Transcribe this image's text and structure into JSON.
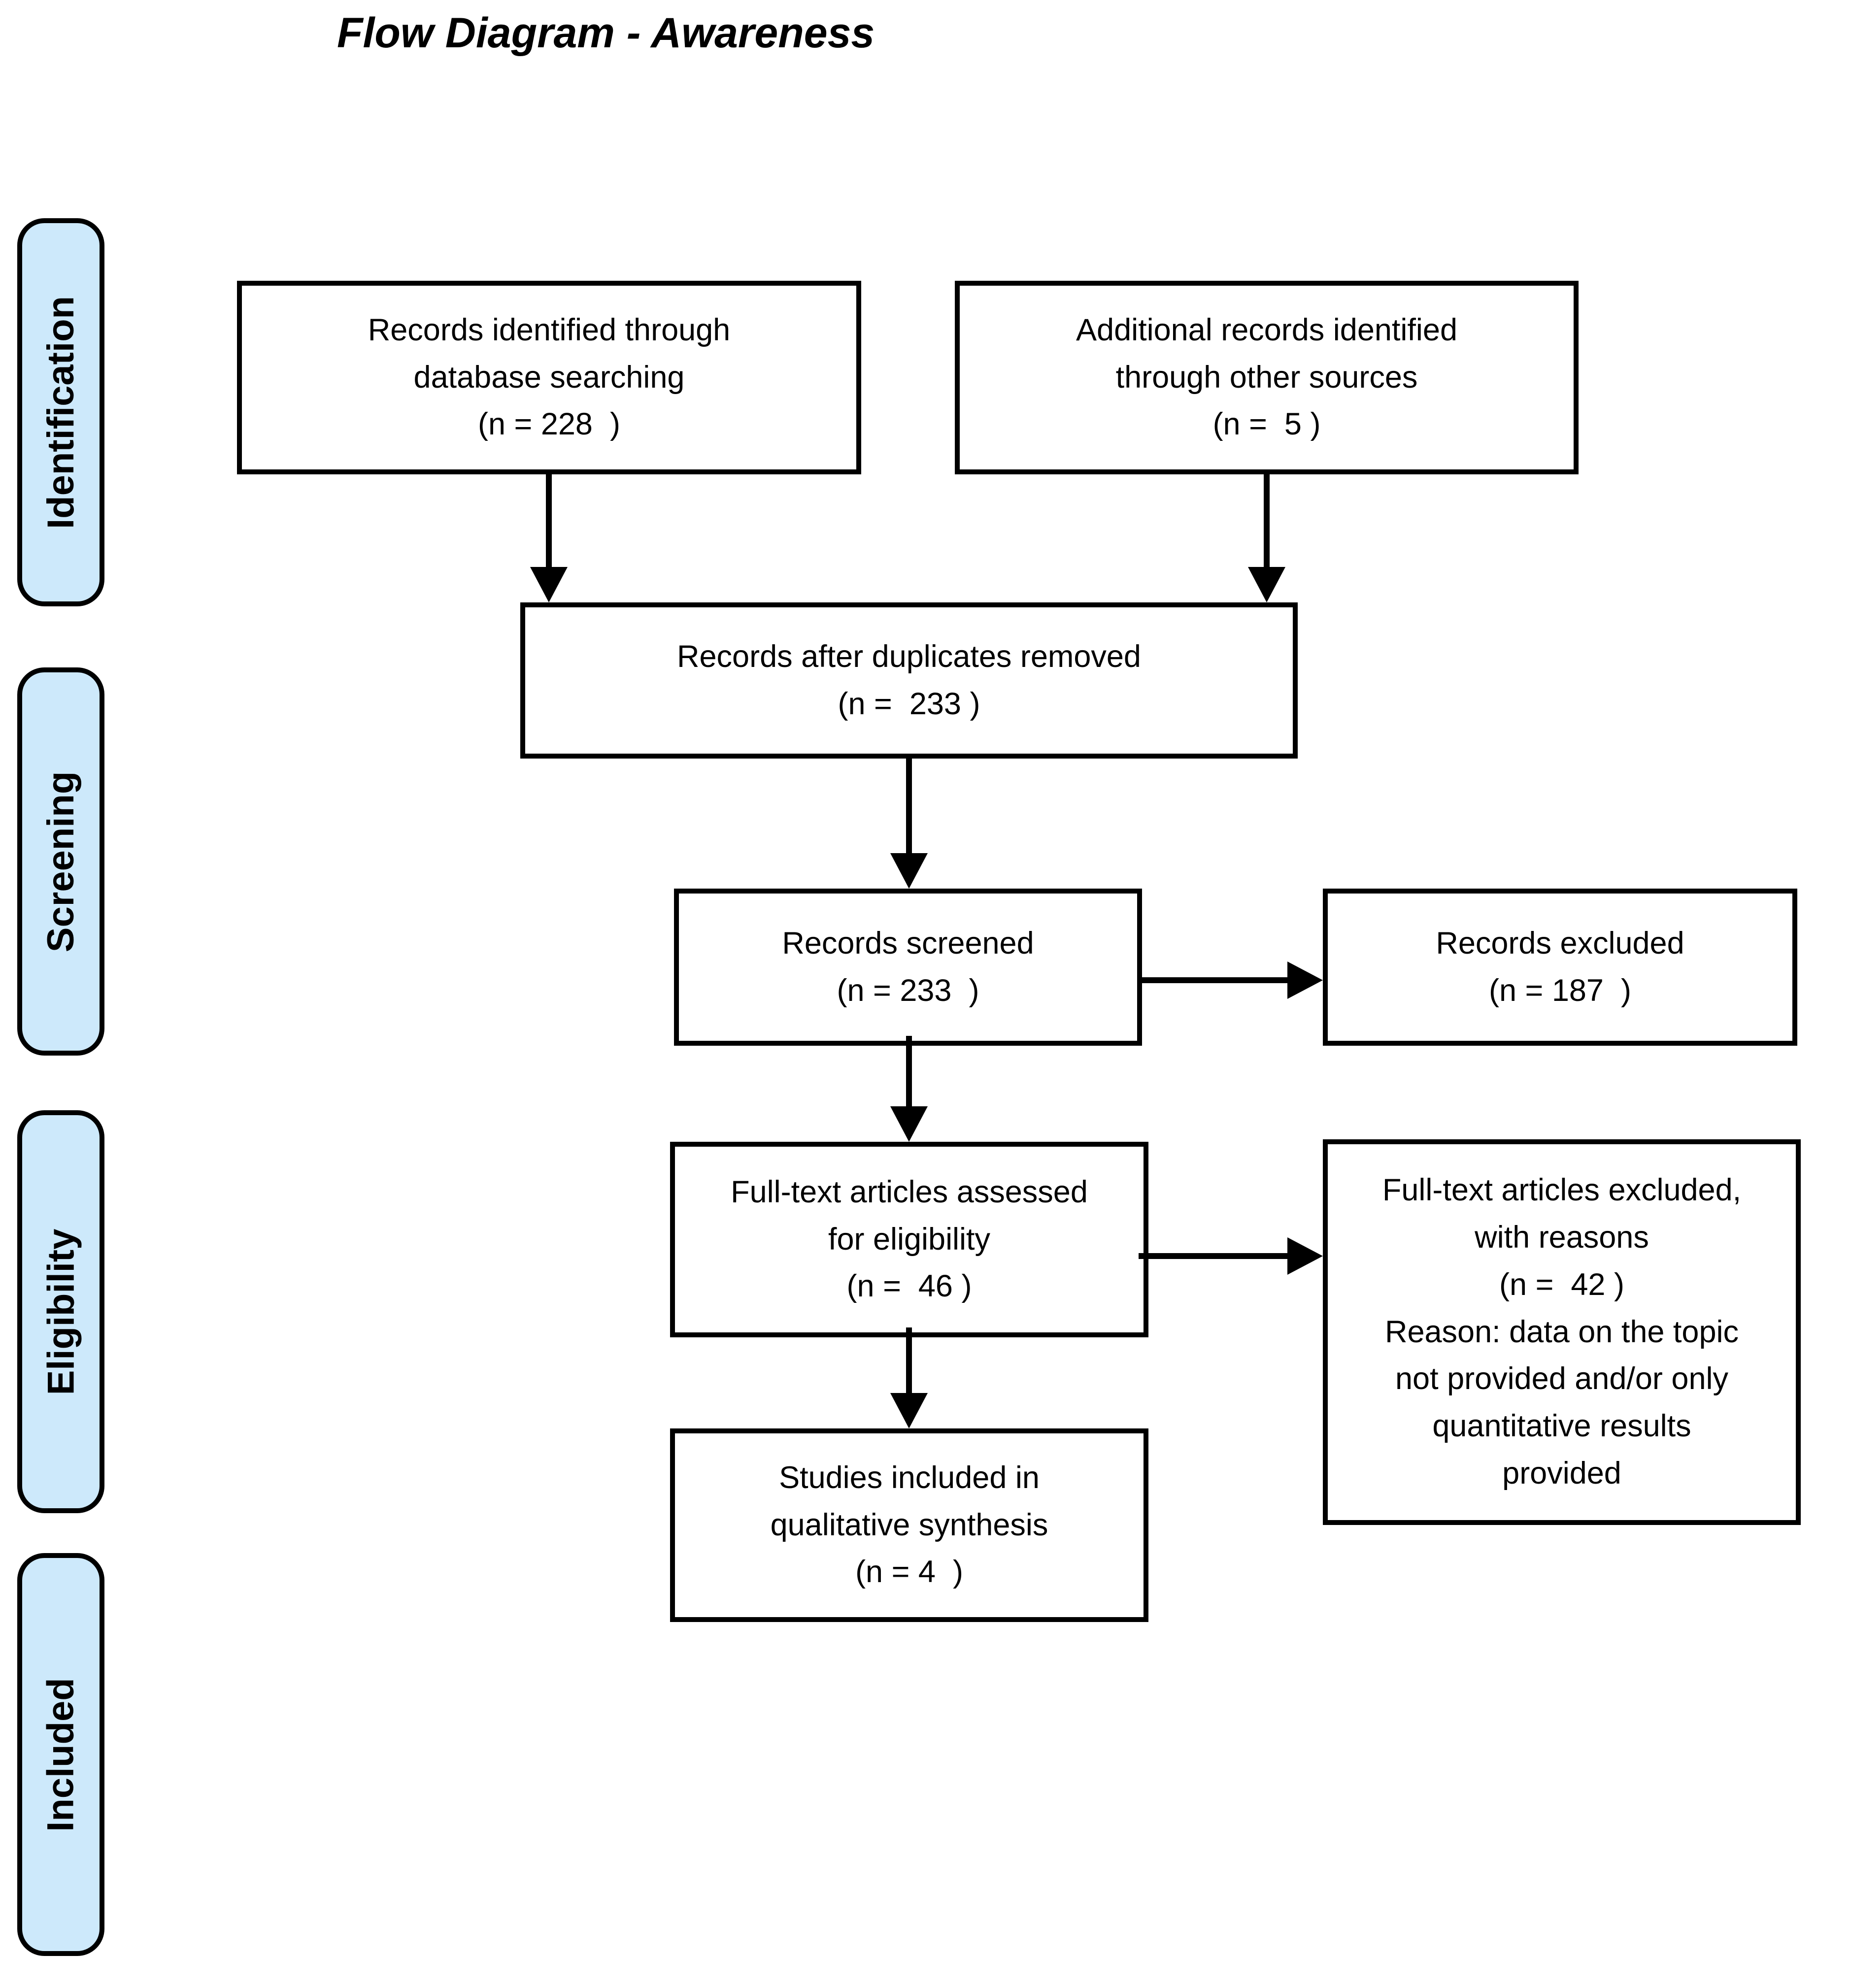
{
  "title": "Flow Diagram - Awareness",
  "stages": [
    {
      "label": "Identification"
    },
    {
      "label": "Screening"
    },
    {
      "label": "Eligibility"
    },
    {
      "label": "Included"
    }
  ],
  "boxes": {
    "records_identified": {
      "lines": [
        "Records identified through",
        "database searching",
        "(n = 228  )"
      ]
    },
    "additional_records": {
      "lines": [
        "Additional records identified",
        "through other sources",
        "(n =  5 )"
      ]
    },
    "duplicates_removed": {
      "lines": [
        "Records after duplicates removed",
        "(n =  233 )"
      ]
    },
    "records_screened": {
      "lines": [
        "Records screened",
        "(n = 233  )"
      ]
    },
    "records_excluded": {
      "lines": [
        "Records excluded",
        "(n = 187  )"
      ]
    },
    "fulltext_assessed": {
      "lines": [
        "Full-text articles assessed",
        "for eligibility",
        "(n =  46 )"
      ]
    },
    "fulltext_excluded": {
      "lines": [
        "Full-text articles excluded,",
        "with reasons",
        "(n =  42 )",
        "Reason: data on the topic",
        "not provided and/or only",
        "quantitative results",
        "provided"
      ]
    },
    "studies_included": {
      "lines": [
        "Studies included in",
        "qualitative synthesis",
        "(n = 4  )"
      ]
    }
  },
  "colors": {
    "stage_fill": "#cde9fb",
    "border": "#000000",
    "background": "#ffffff",
    "text": "#000000"
  }
}
